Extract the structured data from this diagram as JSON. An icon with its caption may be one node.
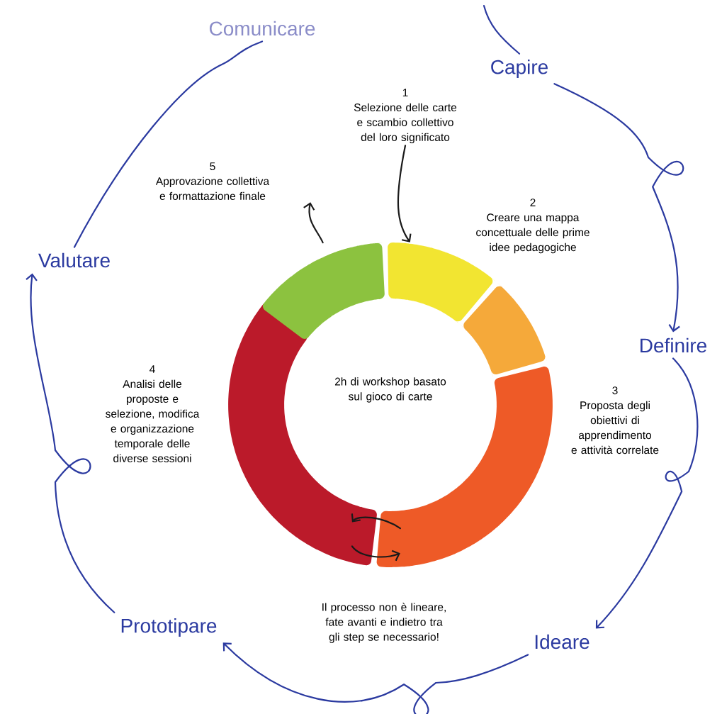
{
  "diagram": {
    "nodes": [
      {
        "text": [
          "Capire"
        ]
      },
      {
        "text": [
          "Definire"
        ]
      },
      {
        "text": [
          "Ideare"
        ]
      },
      {
        "text": [
          "Prototipare"
        ]
      },
      {
        "text": [
          "Valutare"
        ]
      },
      {
        "text": [
          "Comunicare"
        ]
      },
      {
        "text": [
          "1",
          "Selezione delle carte e scambio collettivo del loro significato"
        ]
      },
      {
        "text": [
          "2",
          "Creare una mappa concettuale delle prime idee pedagogiche"
        ]
      },
      {
        "text": [
          "3",
          "Proposta degli obiettivi di apprendimento e attività correlate"
        ]
      },
      {
        "text": [
          "4",
          "Analisi delle proposte e selezione, modifica e organizzazione temporale delle diverse sessioni"
        ]
      },
      {
        "text": [
          "5",
          "Approvazione collettiva e formattazione finale"
        ]
      },
      {
        "text": [],
        "shape": "segment"
      },
      {
        "text": [],
        "shape": "segment"
      },
      {
        "text": [],
        "shape": "segment"
      },
      {
        "text": [],
        "shape": "segment"
      },
      {
        "text": [],
        "shape": "segment"
      }
    ],
    "edges": [
      {
        "from": 0,
        "to": 1,
        "arrow": "to"
      },
      {
        "from": 1,
        "to": 2,
        "arrow": "to"
      },
      {
        "from": 2,
        "to": 3,
        "arrow": "to"
      },
      {
        "from": 3,
        "to": 4,
        "arrow": "to"
      },
      {
        "from": 4,
        "to": 5,
        "arrow": "none"
      },
      {
        "from": null,
        "to": 0,
        "arrow": "none"
      },
      {
        "from": 6,
        "to": 11,
        "arrow": "to",
        "color": "#1a1a1a"
      },
      {
        "from": 15,
        "to": 10,
        "arrow": "to",
        "color": "#1a1a1a"
      },
      {
        "from": 13,
        "to": 14,
        "arrow": "to",
        "color": "#1a1a1a"
      },
      {
        "from": 14,
        "to": 13,
        "arrow": "to",
        "color": "#1a1a1a"
      }
    ],
    "labels": [
      "2h di workshop basato sul gioco di carte",
      "Il processo non è lineare, fate avanti e indietro tra gli step se necessario!"
    ]
  }
}
